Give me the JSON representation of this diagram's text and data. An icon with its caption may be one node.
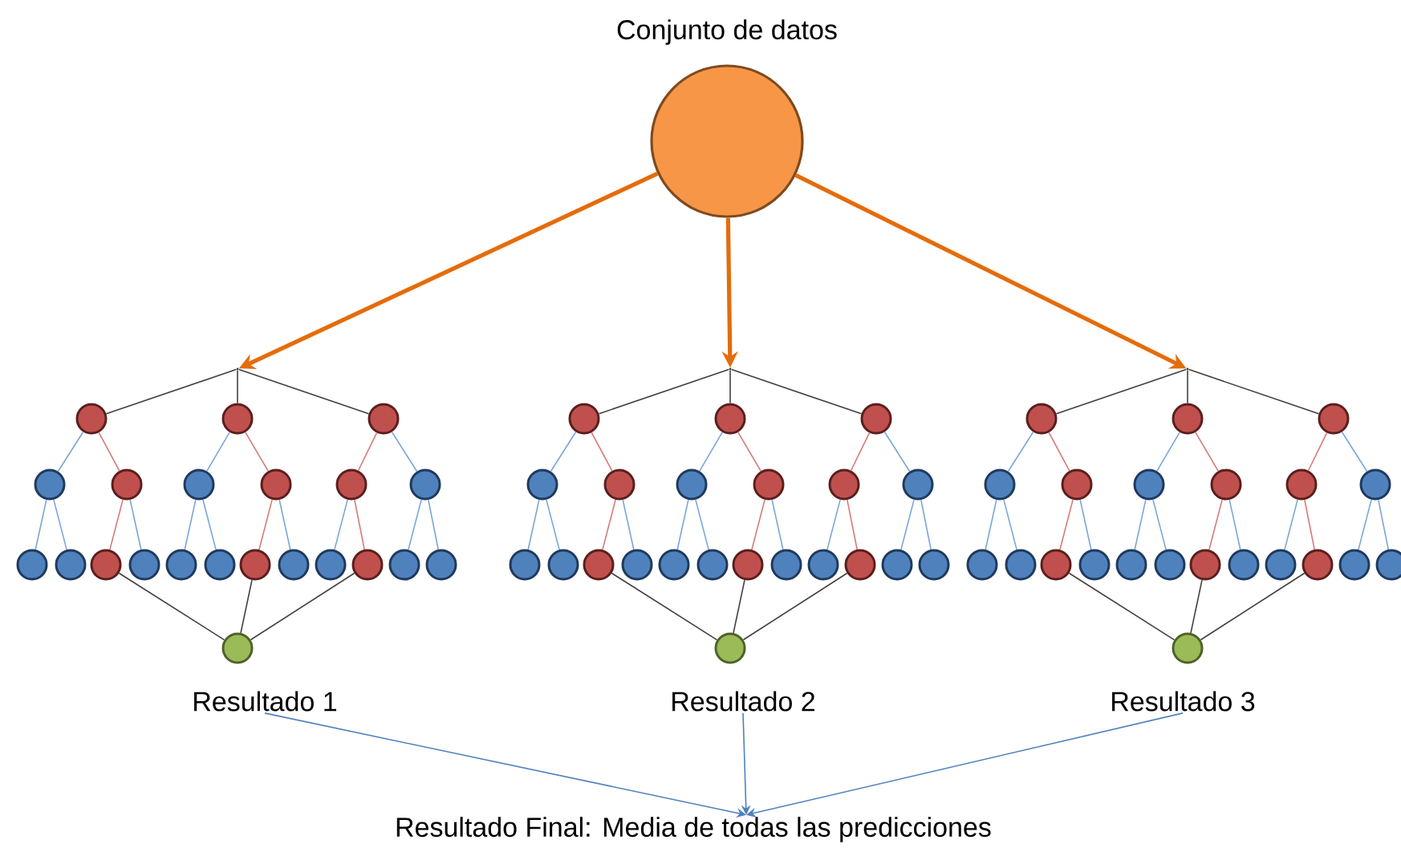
{
  "diagram": {
    "nodes": [
      {
        "text": [
          "Conjunto de datos"
        ]
      },
      {
        "text": [],
        "shape": "point"
      },
      {
        "text": [],
        "shape": "circle"
      },
      {
        "text": [],
        "shape": "circle"
      },
      {
        "text": [],
        "shape": "circle"
      },
      {
        "text": [],
        "shape": "circle"
      },
      {
        "text": [],
        "shape": "circle"
      },
      {
        "text": [],
        "shape": "circle"
      },
      {
        "text": [],
        "shape": "circle"
      },
      {
        "text": [],
        "shape": "circle"
      },
      {
        "text": [],
        "shape": "circle"
      },
      {
        "text": [],
        "shape": "circle"
      },
      {
        "text": [],
        "shape": "circle"
      },
      {
        "text": [],
        "shape": "circle"
      },
      {
        "text": [],
        "shape": "circle"
      },
      {
        "text": [],
        "shape": "circle"
      },
      {
        "text": [],
        "shape": "circle"
      },
      {
        "text": [],
        "shape": "circle"
      },
      {
        "text": [],
        "shape": "circle"
      },
      {
        "text": [],
        "shape": "circle"
      },
      {
        "text": [],
        "shape": "circle"
      },
      {
        "text": [],
        "shape": "circle"
      },
      {
        "text": [],
        "shape": "circle"
      },
      {
        "text": [],
        "shape": "circle",
        "beside": [
          "Resultado 1"
        ]
      },
      {
        "text": [],
        "shape": "point"
      },
      {
        "text": [],
        "shape": "circle"
      },
      {
        "text": [],
        "shape": "circle"
      },
      {
        "text": [],
        "shape": "circle"
      },
      {
        "text": [],
        "shape": "circle"
      },
      {
        "text": [],
        "shape": "circle"
      },
      {
        "text": [],
        "shape": "circle"
      },
      {
        "text": [],
        "shape": "circle"
      },
      {
        "text": [],
        "shape": "circle"
      },
      {
        "text": [],
        "shape": "circle"
      },
      {
        "text": [],
        "shape": "circle"
      },
      {
        "text": [],
        "shape": "circle"
      },
      {
        "text": [],
        "shape": "circle"
      },
      {
        "text": [],
        "shape": "circle"
      },
      {
        "text": [],
        "shape": "circle"
      },
      {
        "text": [],
        "shape": "circle"
      },
      {
        "text": [],
        "shape": "circle"
      },
      {
        "text": [],
        "shape": "circle"
      },
      {
        "text": [],
        "shape": "circle"
      },
      {
        "text": [],
        "shape": "circle"
      },
      {
        "text": [],
        "shape": "circle"
      },
      {
        "text": [],
        "shape": "circle"
      },
      {
        "text": [],
        "shape": "circle",
        "beside": [
          "Resultado 2"
        ]
      },
      {
        "text": [],
        "shape": "point"
      },
      {
        "text": [],
        "shape": "circle"
      },
      {
        "text": [],
        "shape": "circle"
      },
      {
        "text": [],
        "shape": "circle"
      },
      {
        "text": [],
        "shape": "circle"
      },
      {
        "text": [],
        "shape": "circle"
      },
      {
        "text": [],
        "shape": "circle"
      },
      {
        "text": [],
        "shape": "circle"
      },
      {
        "text": [],
        "shape": "circle"
      },
      {
        "text": [],
        "shape": "circle"
      },
      {
        "text": [],
        "shape": "circle"
      },
      {
        "text": [],
        "shape": "circle"
      },
      {
        "text": [],
        "shape": "circle"
      },
      {
        "text": [],
        "shape": "circle"
      },
      {
        "text": [],
        "shape": "circle"
      },
      {
        "text": [],
        "shape": "circle"
      },
      {
        "text": [],
        "shape": "circle"
      },
      {
        "text": [],
        "shape": "circle"
      },
      {
        "text": [],
        "shape": "circle"
      },
      {
        "text": [],
        "shape": "circle"
      },
      {
        "text": [],
        "shape": "circle"
      },
      {
        "text": [],
        "shape": "circle"
      },
      {
        "text": [],
        "shape": "circle",
        "beside": [
          "Resultado 3"
        ]
      },
      {
        "text": [
          "Resultado Final: Media de todas las predicciones"
        ]
      }
    ],
    "edges": [
      {
        "from": 0,
        "to": 1,
        "arrow": "to",
        "style": "thick",
        "color": "#e46c0a"
      },
      {
        "from": 0,
        "to": 24,
        "arrow": "to",
        "style": "thick",
        "color": "#e46c0a"
      },
      {
        "from": 0,
        "to": 47,
        "arrow": "to",
        "style": "thick",
        "color": "#e46c0a"
      },
      {
        "from": 1,
        "to": 2,
        "arrow": "none",
        "color": "#404040"
      },
      {
        "from": 1,
        "to": 3,
        "arrow": "none",
        "color": "#404040"
      },
      {
        "from": 1,
        "to": 4,
        "arrow": "none",
        "color": "#404040"
      },
      {
        "from": 2,
        "to": 5,
        "arrow": "none"
      },
      {
        "from": 2,
        "to": 6,
        "arrow": "none",
        "color": "#d47a78"
      },
      {
        "from": 3,
        "to": 7,
        "arrow": "none"
      },
      {
        "from": 3,
        "to": 8,
        "arrow": "none",
        "color": "#d47a78"
      },
      {
        "from": 4,
        "to": 9,
        "arrow": "none",
        "color": "#d47a78"
      },
      {
        "from": 4,
        "to": 10,
        "arrow": "none"
      },
      {
        "from": 5,
        "to": 11,
        "arrow": "none"
      },
      {
        "from": 5,
        "to": 12,
        "arrow": "none"
      },
      {
        "from": 6,
        "to": 13,
        "arrow": "none",
        "color": "#d47a78"
      },
      {
        "from": 6,
        "to": 14,
        "arrow": "none"
      },
      {
        "from": 7,
        "to": 15,
        "arrow": "none"
      },
      {
        "from": 7,
        "to": 16,
        "arrow": "none"
      },
      {
        "from": 8,
        "to": 17,
        "arrow": "none",
        "color": "#d47a78"
      },
      {
        "from": 8,
        "to": 18,
        "arrow": "none"
      },
      {
        "from": 9,
        "to": 19,
        "arrow": "none"
      },
      {
        "from": 9,
        "to": 20,
        "arrow": "none",
        "color": "#d47a78"
      },
      {
        "from": 10,
        "to": 21,
        "arrow": "none"
      },
      {
        "from": 10,
        "to": 22,
        "arrow": "none"
      },
      {
        "from": 13,
        "to": 23,
        "arrow": "none",
        "color": "#404040"
      },
      {
        "from": 17,
        "to": 23,
        "arrow": "none",
        "color": "#404040"
      },
      {
        "from": 20,
        "to": 23,
        "arrow": "none",
        "color": "#404040"
      },
      {
        "from": 24,
        "to": 25,
        "arrow": "none",
        "color": "#404040"
      },
      {
        "from": 24,
        "to": 26,
        "arrow": "none",
        "color": "#404040"
      },
      {
        "from": 24,
        "to": 27,
        "arrow": "none",
        "color": "#404040"
      },
      {
        "from": 25,
        "to": 28,
        "arrow": "none"
      },
      {
        "from": 25,
        "to": 29,
        "arrow": "none",
        "color": "#d47a78"
      },
      {
        "from": 26,
        "to": 30,
        "arrow": "none"
      },
      {
        "from": 26,
        "to": 31,
        "arrow": "none",
        "color": "#d47a78"
      },
      {
        "from": 27,
        "to": 32,
        "arrow": "none",
        "color": "#d47a78"
      },
      {
        "from": 27,
        "to": 33,
        "arrow": "none"
      },
      {
        "from": 28,
        "to": 34,
        "arrow": "none"
      },
      {
        "from": 28,
        "to": 35,
        "arrow": "none"
      },
      {
        "from": 29,
        "to": 36,
        "arrow": "none",
        "color": "#d47a78"
      },
      {
        "from": 29,
        "to": 37,
        "arrow": "none"
      },
      {
        "from": 30,
        "to": 38,
        "arrow": "none"
      },
      {
        "from": 30,
        "to": 39,
        "arrow": "none"
      },
      {
        "from": 31,
        "to": 40,
        "arrow": "none",
        "color": "#d47a78"
      },
      {
        "from": 31,
        "to": 41,
        "arrow": "none"
      },
      {
        "from": 32,
        "to": 42,
        "arrow": "none"
      },
      {
        "from": 32,
        "to": 43,
        "arrow": "none",
        "color": "#d47a78"
      },
      {
        "from": 33,
        "to": 44,
        "arrow": "none"
      },
      {
        "from": 33,
        "to": 45,
        "arrow": "none"
      },
      {
        "from": 36,
        "to": 46,
        "arrow": "none",
        "color": "#404040"
      },
      {
        "from": 40,
        "to": 46,
        "arrow": "none",
        "color": "#404040"
      },
      {
        "from": 43,
        "to": 46,
        "arrow": "none",
        "color": "#404040"
      },
      {
        "from": 47,
        "to": 48,
        "arrow": "none",
        "color": "#404040"
      },
      {
        "from": 47,
        "to": 49,
        "arrow": "none",
        "color": "#404040"
      },
      {
        "from": 47,
        "to": 50,
        "arrow": "none",
        "color": "#404040"
      },
      {
        "from": 48,
        "to": 51,
        "arrow": "none"
      },
      {
        "from": 48,
        "to": 52,
        "arrow": "none",
        "color": "#d47a78"
      },
      {
        "from": 49,
        "to": 53,
        "arrow": "none"
      },
      {
        "from": 49,
        "to": 54,
        "arrow": "none",
        "color": "#d47a78"
      },
      {
        "from": 50,
        "to": 55,
        "arrow": "none",
        "color": "#d47a78"
      },
      {
        "from": 50,
        "to": 56,
        "arrow": "none"
      },
      {
        "from": 51,
        "to": 57,
        "arrow": "none"
      },
      {
        "from": 51,
        "to": 58,
        "arrow": "none"
      },
      {
        "from": 52,
        "to": 59,
        "arrow": "none",
        "color": "#d47a78"
      },
      {
        "from": 52,
        "to": 60,
        "arrow": "none"
      },
      {
        "from": 53,
        "to": 61,
        "arrow": "none"
      },
      {
        "from": 53,
        "to": 62,
        "arrow": "none"
      },
      {
        "from": 54,
        "to": 63,
        "arrow": "none",
        "color": "#d47a78"
      },
      {
        "from": 54,
        "to": 64,
        "arrow": "none"
      },
      {
        "from": 55,
        "to": 65,
        "arrow": "none"
      },
      {
        "from": 55,
        "to": 66,
        "arrow": "none",
        "color": "#d47a78"
      },
      {
        "from": 56,
        "to": 67,
        "arrow": "none"
      },
      {
        "from": 56,
        "to": 68,
        "arrow": "none"
      },
      {
        "from": 59,
        "to": 69,
        "arrow": "none",
        "color": "#404040"
      },
      {
        "from": 63,
        "to": 69,
        "arrow": "none",
        "color": "#404040"
      },
      {
        "from": 66,
        "to": 69,
        "arrow": "none",
        "color": "#404040"
      },
      {
        "from": 23,
        "to": 70,
        "arrow": "to",
        "color": "#4f81bd"
      },
      {
        "from": 46,
        "to": 70,
        "arrow": "to",
        "color": "#4f81bd"
      },
      {
        "from": 69,
        "to": 70,
        "arrow": "to",
        "color": "#4f81bd"
      }
    ]
  }
}
